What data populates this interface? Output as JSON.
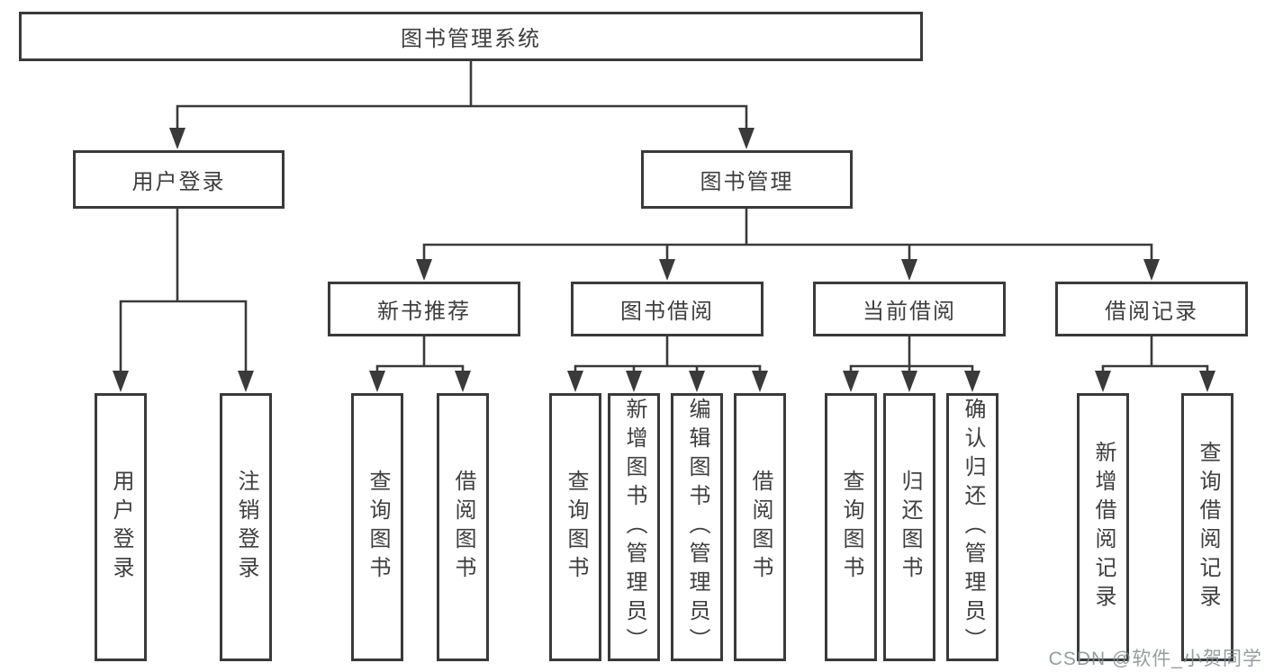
{
  "meta": {
    "background": "#ffffff",
    "line_color": "#3a3a3a",
    "box_border_color": "#3a3a3a",
    "text_color": "#3e3e3e",
    "watermark_color": "#858b91"
  },
  "tree": {
    "root": "图书管理系统",
    "children": [
      {
        "label": "用户登录",
        "children": [
          {
            "label": "用户登录"
          },
          {
            "label": "注销登录"
          }
        ]
      },
      {
        "label": "图书管理",
        "children": [
          {
            "label": "新书推荐",
            "children": [
              {
                "label": "查询图书"
              },
              {
                "label": "借阅图书"
              }
            ]
          },
          {
            "label": "图书借阅",
            "children": [
              {
                "label": "查询图书"
              },
              {
                "label": "新增图书（管理员）"
              },
              {
                "label": "编辑图书（管理员）"
              },
              {
                "label": "借阅图书"
              }
            ]
          },
          {
            "label": "当前借阅",
            "children": [
              {
                "label": "查询图书"
              },
              {
                "label": "归还图书"
              },
              {
                "label": "确认归还（管理员）"
              }
            ]
          },
          {
            "label": "借阅记录",
            "children": [
              {
                "label": "新增借阅记录"
              },
              {
                "label": "查询借阅记录"
              }
            ]
          }
        ]
      }
    ]
  },
  "watermark": {
    "text": "CSDN @软件_小贺同学"
  }
}
